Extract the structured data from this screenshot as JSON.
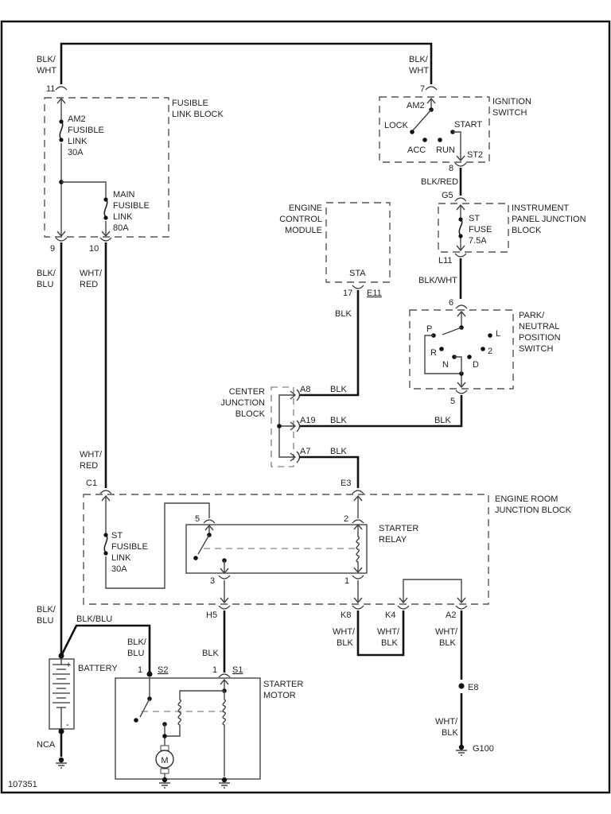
{
  "diagram_id": "107351",
  "components": {
    "fusible_link_block": {
      "label_1": "FUSIBLE",
      "label_2": "LINK BLOCK",
      "am2": [
        "AM2",
        "FUSIBLE",
        "LINK",
        "30A"
      ],
      "main": [
        "MAIN",
        "FUSIBLE",
        "LINK",
        "80A"
      ]
    },
    "ignition_switch": {
      "label_1": "IGNITION",
      "label_2": "SWITCH",
      "positions": {
        "am2": "AM2",
        "lock": "LOCK",
        "start": "START",
        "acc": "ACC",
        "run": "RUN",
        "st2": "ST2"
      }
    },
    "instrument_panel_jb": {
      "label_1": "INSTRUMENT",
      "label_2": "PANEL JUNCTION",
      "label_3": "BLOCK",
      "fuse": [
        "ST",
        "FUSE",
        "7.5A"
      ]
    },
    "ecm": {
      "label_1": "ENGINE",
      "label_2": "CONTROL",
      "label_3": "MODULE",
      "terminal": "STA"
    },
    "pn_switch": {
      "label_1": "PARK/",
      "label_2": "NEUTRAL",
      "label_3": "POSITION",
      "label_4": "SWITCH",
      "positions": {
        "p": "P",
        "r": "R",
        "n": "N",
        "d": "D",
        "two": "2",
        "l": "L"
      }
    },
    "center_jb": {
      "label_1": "CENTER",
      "label_2": "JUNCTION",
      "label_3": "BLOCK"
    },
    "engine_room_jb": {
      "label_1": "ENGINE ROOM",
      "label_2": "JUNCTION BLOCK",
      "st_fuse": [
        "ST",
        "FUSIBLE",
        "LINK",
        "30A"
      ]
    },
    "starter_relay": {
      "label_1": "STARTER",
      "label_2": "RELAY"
    },
    "battery": {
      "label": "BATTERY",
      "plus": "+",
      "minus": "-"
    },
    "starter_motor": {
      "label_1": "STARTER",
      "label_2": "MOTOR",
      "motor_symbol": "M"
    }
  },
  "connectors": {
    "c11": "11",
    "c7": "7",
    "c9": "9",
    "c10": "10",
    "c8": "8",
    "g5": "G5",
    "l11": "L11",
    "c17": "17",
    "e11": "E11",
    "c6": "6",
    "c5": "5",
    "a8": "A8",
    "a19": "A19",
    "a7": "A7",
    "e3": "E3",
    "c1": "C1",
    "r5": "5",
    "r2": "2",
    "r3": "3",
    "r1": "1",
    "h5": "H5",
    "k8": "K8",
    "k4": "K4",
    "a2": "A2",
    "s2_pin": "1",
    "s2": "S2",
    "s1_pin": "1",
    "s1": "S1",
    "e8": "E8",
    "g100": "G100",
    "nca": "NCA"
  },
  "wires": {
    "blk_wht_1": [
      "BLK/",
      "WHT"
    ],
    "blk_wht_2": [
      "BLK/",
      "WHT"
    ],
    "blk_blu_1": [
      "BLK/",
      "BLU"
    ],
    "wht_red_1": [
      "WHT/",
      "RED"
    ],
    "blk_red": "BLK/RED",
    "blk_wht_3": "BLK/WHT",
    "ecm_blk": "BLK",
    "a8_blk": "BLK",
    "a19_blk": "BLK",
    "a19_blk_r": "BLK",
    "a7_blk": "BLK",
    "wht_red_2": [
      "WHT/",
      "RED"
    ],
    "blk_blu_2": [
      "BLK/",
      "BLU"
    ],
    "blk_blu_3": "BLK/BLU",
    "blk_blu_4": [
      "BLK/",
      "BLU"
    ],
    "h5_blk": "BLK",
    "k8_wb": [
      "WHT/",
      "BLK"
    ],
    "k4_wb": [
      "WHT/",
      "BLK"
    ],
    "a2_wb": [
      "WHT/",
      "BLK"
    ],
    "g_wb": [
      "WHT/",
      "BLK"
    ]
  }
}
